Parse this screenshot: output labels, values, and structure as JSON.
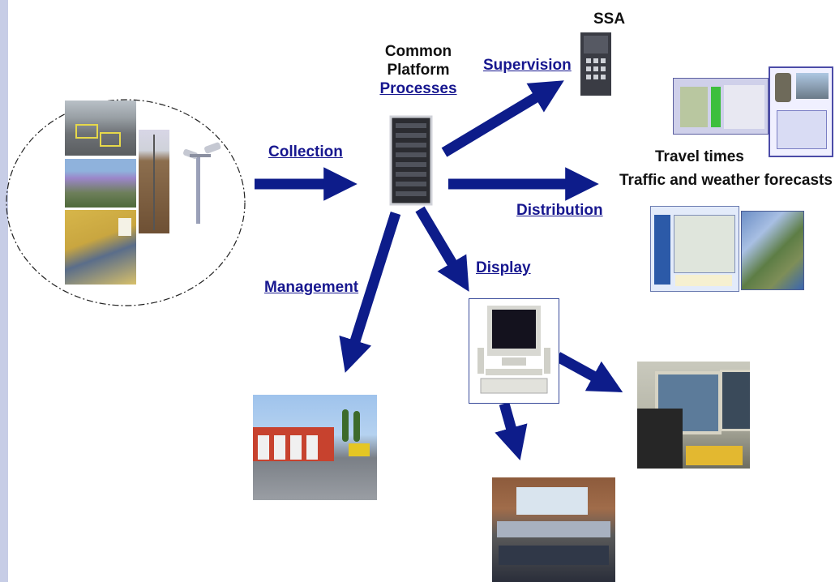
{
  "diagram": {
    "center_title_line1": "Common",
    "center_title_line2": "Platform",
    "center_title_line3": "Processes",
    "ssa": "SSA",
    "supervision": "Supervision",
    "collection": "Collection",
    "distribution": "Distribution",
    "display": "Display",
    "management": "Management",
    "travel_times": "Travel times",
    "forecasts": "Traffic and weather forecasts"
  },
  "colors": {
    "arrow": "#0d1c8a",
    "link": "#17178f",
    "sidebar": "#c7cde6"
  }
}
